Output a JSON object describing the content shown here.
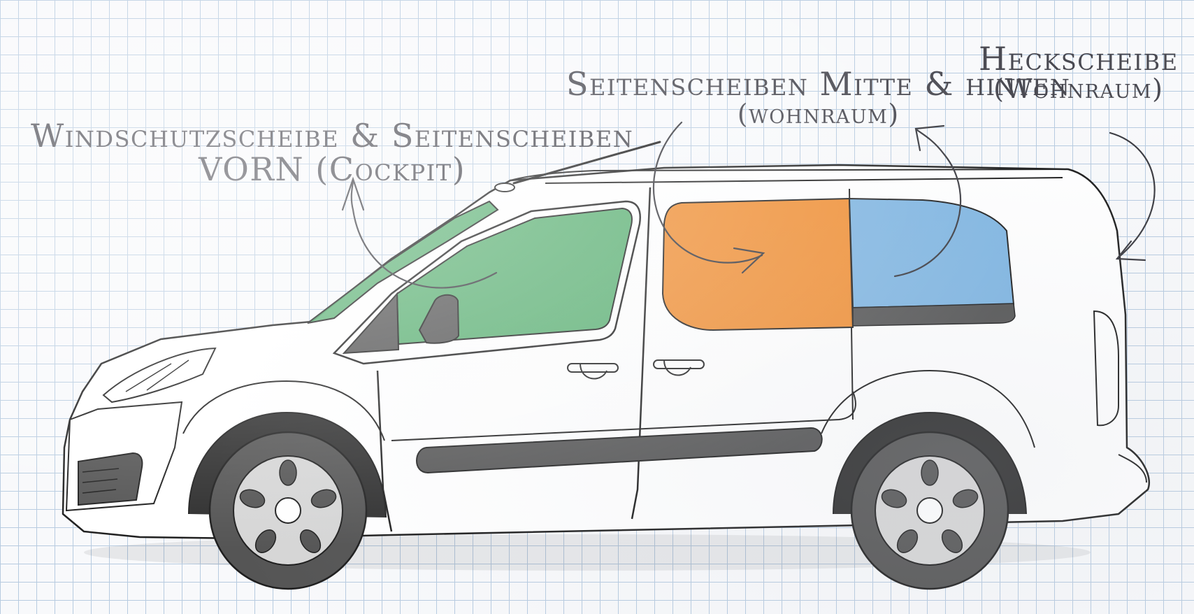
{
  "labels": {
    "front": {
      "line1": "Windschutzscheibe & Seitenscheiben",
      "line2": "VORN (Cockpit)"
    },
    "middle": {
      "line1": "Seitenscheiben Mitte & hinten",
      "line2": "(wohnraum)"
    },
    "rear": {
      "line1": "Heckscheibe",
      "line2": "(Wohnraum)"
    }
  },
  "colors": {
    "cockpit_glass": "#4aa865",
    "middle_glass": "#f08a2a",
    "rear_glass": "#79b2e0",
    "outline": "#1e1e1e",
    "dark_trim": "#555555",
    "grid_line": "#b7cbe0"
  }
}
